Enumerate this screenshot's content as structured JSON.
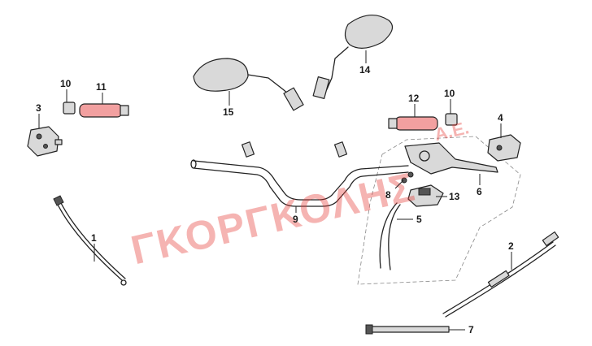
{
  "diagram": {
    "watermark": "ΓΚΟΡΓΚΟΛΗΣ",
    "watermark_suffix": "Α.Ε.",
    "parts": [
      {
        "ref": "1"
      },
      {
        "ref": "2"
      },
      {
        "ref": "3"
      },
      {
        "ref": "4"
      },
      {
        "ref": "5"
      },
      {
        "ref": "6"
      },
      {
        "ref": "7"
      },
      {
        "ref": "8"
      },
      {
        "ref": "9"
      },
      {
        "ref": "10"
      },
      {
        "ref": "10"
      },
      {
        "ref": "11"
      },
      {
        "ref": "12"
      },
      {
        "ref": "13"
      },
      {
        "ref": "14"
      },
      {
        "ref": "15"
      }
    ]
  }
}
